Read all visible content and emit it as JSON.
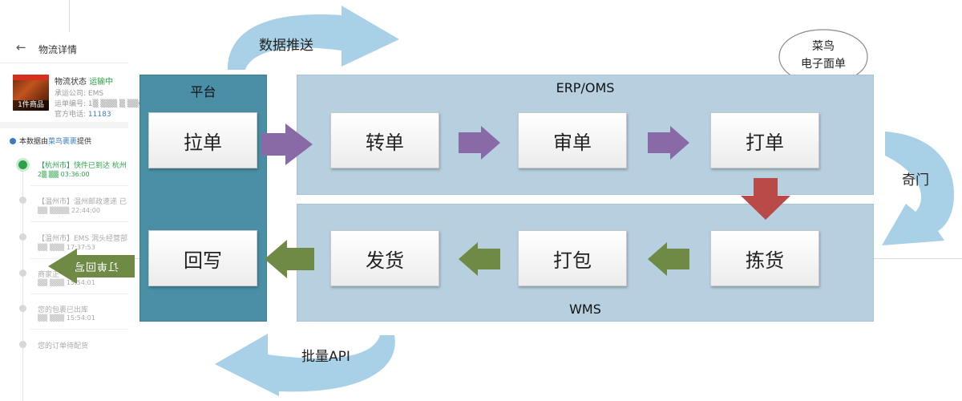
{
  "phone": {
    "back_icon": "←",
    "title": "物流详情",
    "thumb_badge": "1件商品",
    "status_label": "物流状态",
    "status_value": "运输中",
    "carrier_label": "承运公司:",
    "carrier_value": "EMS",
    "tracking_label": "运单编号:",
    "tracking_value": "1▒ ▒▒▒ ▒ ▒▒6",
    "phone_label": "官方电话:",
    "phone_value": "11183",
    "source_prefix": "本数据由",
    "source_brand": "菜鸟裹裹",
    "source_suffix": "提供",
    "timeline": [
      {
        "text": "【杭州市】快件已到达 杭州",
        "time": "2▒ ▒▒ 03:36:00",
        "active": true
      },
      {
        "text": "【温州市】温州邮政速递 已",
        "time": "▒▒ ▒▒▒▒ 22:44:00",
        "active": false
      },
      {
        "text": "【温州市】EMS 洞头经营部",
        "time": "▒▒ ▒▒▒ 17:37:53",
        "active": false
      },
      {
        "text": "商家正",
        "time": "▒▒ ▒▒▒ 15:54:01",
        "active": false
      },
      {
        "text": "您的包裹已出库",
        "time": "▒▒ ▒▒▒ 15:54:01",
        "active": false
      },
      {
        "text": "您的订单待配货",
        "time": "",
        "active": false
      }
    ]
  },
  "overlay_arrow_label": "订单回写",
  "platform": {
    "label": "平台",
    "pull": "拉单",
    "writeback": "回写"
  },
  "erp": {
    "label": "ERP/OMS",
    "convert": "转单",
    "review": "审单",
    "print": "打单"
  },
  "wms": {
    "label": "WMS",
    "ship": "发货",
    "pack": "打包",
    "pick": "拣货"
  },
  "curve_labels": {
    "data_push": "数据推送",
    "qimen": "奇门",
    "batch_api": "批量API"
  },
  "bubble": {
    "line1": "菜鸟",
    "line2": "电子面单"
  },
  "colors": {
    "platform": "#4a8fa6",
    "panel": "#b7d0df",
    "purple_arrow": "#8a6aa6",
    "green_arrow": "#6f8a45",
    "red_arrow": "#b94a48",
    "curve_arrow": "#9fcbe3"
  }
}
